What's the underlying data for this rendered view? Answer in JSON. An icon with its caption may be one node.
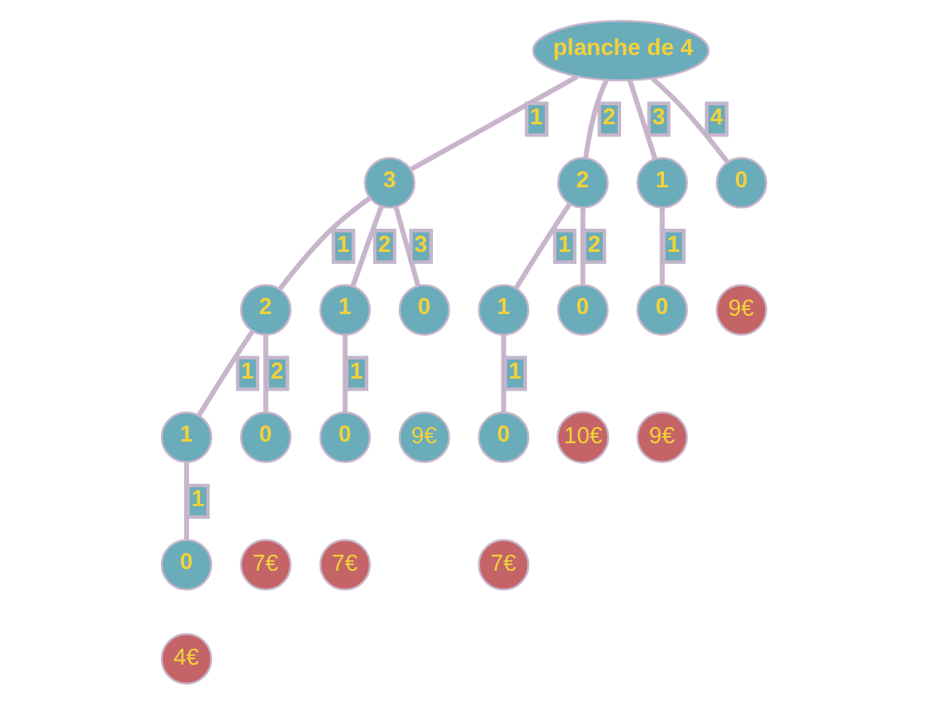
{
  "diagram": {
    "nodes": [
      {
        "text": [
          "planche de 4"
        ]
      },
      {
        "text": [
          "3"
        ]
      },
      {
        "text": [
          "2"
        ]
      },
      {
        "text": [
          "1"
        ]
      },
      {
        "text": [
          "0"
        ]
      },
      {
        "text": [
          "9€"
        ]
      },
      {
        "text": [
          "2"
        ]
      },
      {
        "text": [
          "1"
        ]
      },
      {
        "text": [
          "0"
        ]
      },
      {
        "text": [
          "1"
        ]
      },
      {
        "text": [
          "0"
        ]
      },
      {
        "text": [
          "0"
        ]
      },
      {
        "text": [
          "9€"
        ]
      },
      {
        "text": [
          "10€"
        ]
      },
      {
        "text": [
          "9€"
        ]
      },
      {
        "text": [
          "1"
        ]
      },
      {
        "text": [
          "0"
        ]
      },
      {
        "text": [
          "0"
        ]
      },
      {
        "text": [
          "0"
        ]
      },
      {
        "text": [
          "7€"
        ]
      },
      {
        "text": [
          "7€"
        ]
      },
      {
        "text": [
          "7€"
        ]
      },
      {
        "text": [
          "0"
        ]
      },
      {
        "text": [
          "4€"
        ]
      }
    ],
    "edges": [
      {
        "from": 0,
        "to": 1,
        "arrow": "none",
        "label": "1"
      },
      {
        "from": 0,
        "to": 2,
        "arrow": "none",
        "label": "2"
      },
      {
        "from": 0,
        "to": 3,
        "arrow": "none",
        "label": "3"
      },
      {
        "from": 0,
        "to": 4,
        "arrow": "none",
        "label": "4"
      },
      {
        "from": 1,
        "to": 6,
        "arrow": "none",
        "label": "1"
      },
      {
        "from": 1,
        "to": 7,
        "arrow": "none",
        "label": "2"
      },
      {
        "from": 1,
        "to": 8,
        "arrow": "none",
        "label": "3"
      },
      {
        "from": 2,
        "to": 9,
        "arrow": "none",
        "label": "1"
      },
      {
        "from": 2,
        "to": 10,
        "arrow": "none",
        "label": "2"
      },
      {
        "from": 3,
        "to": 11,
        "arrow": "none",
        "label": "1"
      },
      {
        "from": 6,
        "to": 15,
        "arrow": "none",
        "label": "1"
      },
      {
        "from": 6,
        "to": 16,
        "arrow": "none",
        "label": "2"
      },
      {
        "from": 7,
        "to": 17,
        "arrow": "none",
        "label": "1"
      },
      {
        "from": 9,
        "to": 18,
        "arrow": "none",
        "label": "1"
      },
      {
        "from": 15,
        "to": 22,
        "arrow": "none",
        "label": "1"
      }
    ]
  }
}
